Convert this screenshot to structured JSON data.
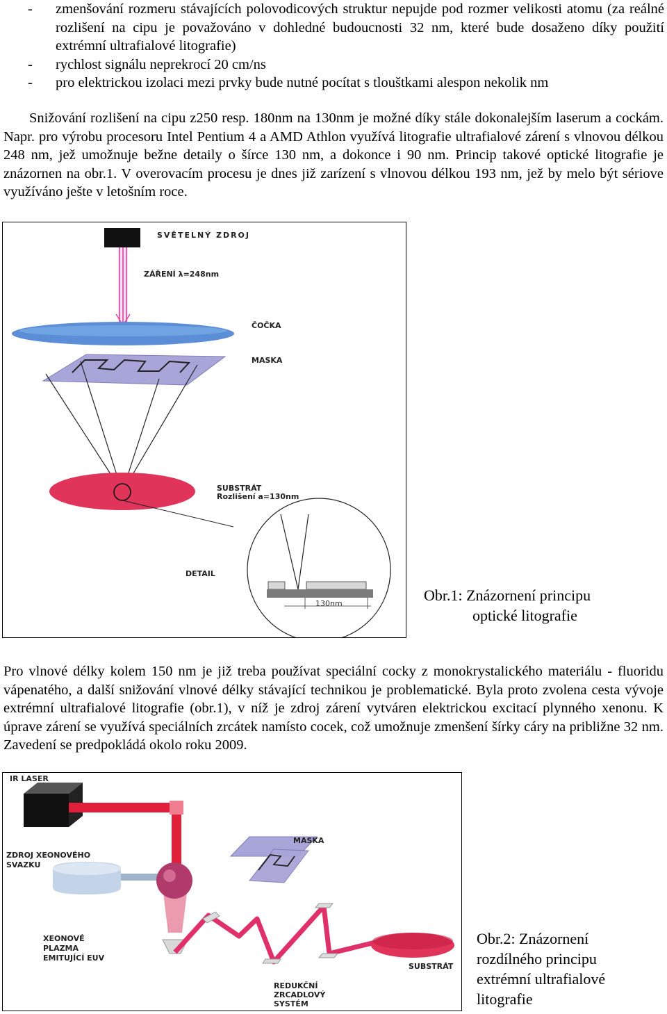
{
  "bullets": [
    "zmenšování rozmeru stávajících polovodicových struktur nepujde pod rozmer velikosti atomu (za reálné rozlišení na cipu je považováno v dohledné budoucnosti 32 nm, které bude dosaženo díky použití extrémní ultrafialové litografie)",
    "rychlost signálu neprekrocí 20 cm/ns",
    "pro elektrickou izolaci mezi prvky bude nutné pocítat s tlouštkami alespon nekolik nm"
  ],
  "bullet_marker": "-",
  "paragraph1": "Snižování rozlišení na cipu z250 resp. 180nm na 130nm je možné díky stále dokonalejším laserum a cockám. Napr. pro výrobu procesoru Intel Pentium 4 a AMD Athlon využívá litografie ultrafialové zárení s vlnovou délkou 248 nm, jež umožnuje bežne detaily o šírce 130 nm, a dokonce i 90 nm. Princip takové optické litografie je znázornen na obr.1. V overovacím procesu je dnes již zarízení s vlnovou délkou 193 nm, jež by melo být sériove využíváno ješte v letošním roce.",
  "figure1": {
    "labels": {
      "source": "SVĚTELNÝ ZDROJ",
      "radiation": "ZÁŘENÍ λ=248nm",
      "lens": "ČOČKA",
      "mask": "MASKA",
      "substrate": "SUBSTRÁT",
      "resolution": "Rozlišení a=130nm",
      "detail": "DETAIL",
      "dimension": "130nm"
    },
    "caption_line1": "Obr.1: Znázornení principu",
    "caption_line2": "optické litografie"
  },
  "paragraph2": "Pro vlnové délky kolem 150 nm je již treba používat speciální cocky z monokrystalického materiálu - fluoridu vápenatého, a další snižování vlnové délky stávající technikou je problematické. Byla proto zvolena cesta vývoje extrémní ultrafialové litografie (obr.1), v níž je zdroj zárení vytváren elektrickou excitací plynného xenonu. K úprave zárení se využívá speciálních zrcátek namísto cocek, což umožnuje zmenšení šírky cáry na približne 32 nm. Zavedení se predpokládá okolo roku 2009.",
  "figure2": {
    "labels": {
      "ir_laser": "IR LASER",
      "xenon_source_1": "ZDROJ XEONOVÉHO",
      "xenon_source_2": "SVAZKU",
      "mask": "MASKA",
      "plasma_1": "XEONOVÉ",
      "plasma_2": "PLAZMA",
      "plasma_3": "EMITUJÍCÍ EUV",
      "mirrors_1": "REDUKČNÍ",
      "mirrors_2": "ZRCADLOVÝ",
      "mirrors_3": "SYSTÉM",
      "substrate": "SUBSTRÁT"
    },
    "caption_lines": [
      "Obr.2: Znázornení",
      "rozdílného principu",
      "extrémní ultrafialové",
      "litografie"
    ]
  },
  "colors": {
    "lens": "#5b8ed6",
    "mask": "#a8a5d8",
    "substrate": "#e0345a",
    "beam": "#e01f3a",
    "rays": "#e040a0"
  }
}
